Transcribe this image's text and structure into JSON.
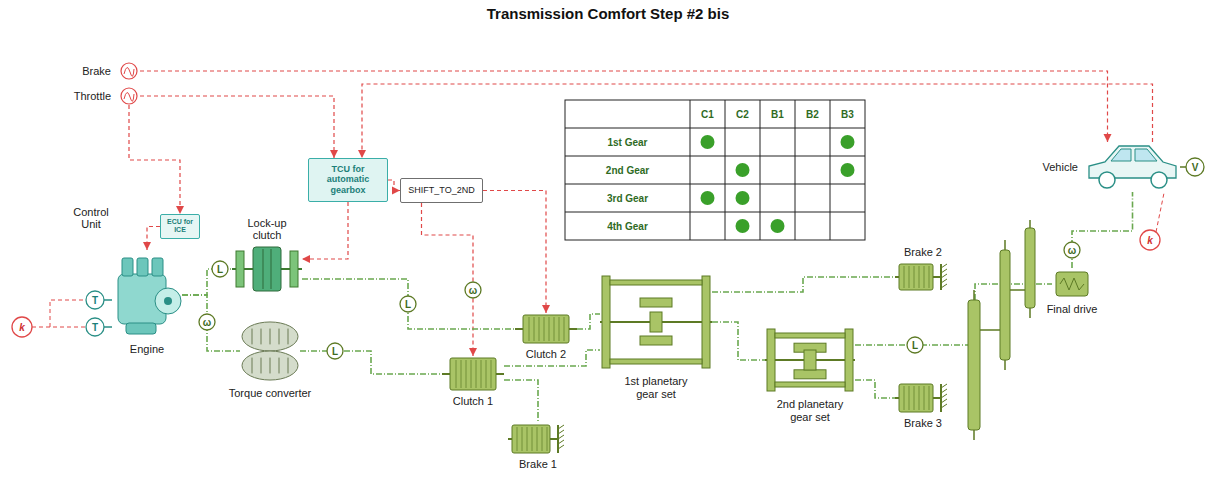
{
  "diagram": {
    "title": "Transmission Comfort Step #2 bis",
    "nodes": [
      {
        "text": [
          "Brake"
        ]
      },
      {
        "text": [
          "Throttle"
        ]
      },
      {
        "text": [
          "TCU for automatic gearbox"
        ]
      },
      {
        "text": [
          "SHIFT_TO_2ND"
        ]
      },
      {
        "text": [
          "Vehicle"
        ]
      },
      {
        "text": [
          "ECU for ICE"
        ]
      },
      {
        "text": [
          "Engine"
        ]
      },
      {
        "text": [
          "Lock-up clutch"
        ]
      },
      {
        "text": [
          "Torque converter"
        ]
      },
      {
        "text": [
          "Clutch 1"
        ]
      },
      {
        "text": [
          "Clutch 2"
        ]
      },
      {
        "text": [
          "Brake 1"
        ]
      },
      {
        "text": [
          "1st planetary gear set"
        ]
      },
      {
        "text": [
          "2nd planetary gear set"
        ]
      },
      {
        "text": [
          "Brake 2"
        ]
      },
      {
        "text": [
          "Brake 3"
        ]
      },
      {
        "text": [
          "Final drive"
        ]
      }
    ],
    "edges": [
      {
        "from": 0,
        "to": 4,
        "arrow": "to"
      },
      {
        "from": 1,
        "to": 2,
        "arrow": "to"
      },
      {
        "from": 1,
        "to": 5,
        "arrow": "to"
      },
      {
        "from": 5,
        "to": 6,
        "arrow": "to"
      },
      {
        "from": 4,
        "to": 2,
        "arrow": "to"
      },
      {
        "from": 2,
        "to": 3,
        "arrow": "to"
      },
      {
        "from": 2,
        "to": 7,
        "arrow": "to"
      },
      {
        "from": 3,
        "to": 10,
        "arrow": "to"
      },
      {
        "from": 3,
        "to": 9,
        "arrow": "to"
      },
      {
        "from": 6,
        "to": 7,
        "arrow": "none"
      },
      {
        "from": 6,
        "to": 8,
        "arrow": "none"
      },
      {
        "from": 7,
        "to": 10,
        "arrow": "none"
      },
      {
        "from": 8,
        "to": 9,
        "arrow": "none"
      },
      {
        "from": 9,
        "to": 11,
        "arrow": "none"
      },
      {
        "from": 9,
        "to": 12,
        "arrow": "none"
      },
      {
        "from": 10,
        "to": 12,
        "arrow": "none"
      },
      {
        "from": 12,
        "to": 13,
        "arrow": "none"
      },
      {
        "from": 12,
        "to": 14,
        "arrow": "none"
      },
      {
        "from": 13,
        "to": 15,
        "arrow": "none"
      },
      {
        "from": 13,
        "to": 16,
        "arrow": "none"
      },
      {
        "from": 16,
        "to": 4,
        "arrow": "none"
      }
    ],
    "labels": [
      "Control Unit",
      "C1",
      "C2",
      "B1",
      "B2",
      "B3",
      "1st Gear",
      "2nd Gear",
      "3rd Gear",
      "4th Gear",
      "k",
      "T",
      "T",
      "L",
      "L",
      "L",
      "L",
      "ω",
      "ω",
      "ω",
      "V",
      "k"
    ]
  }
}
